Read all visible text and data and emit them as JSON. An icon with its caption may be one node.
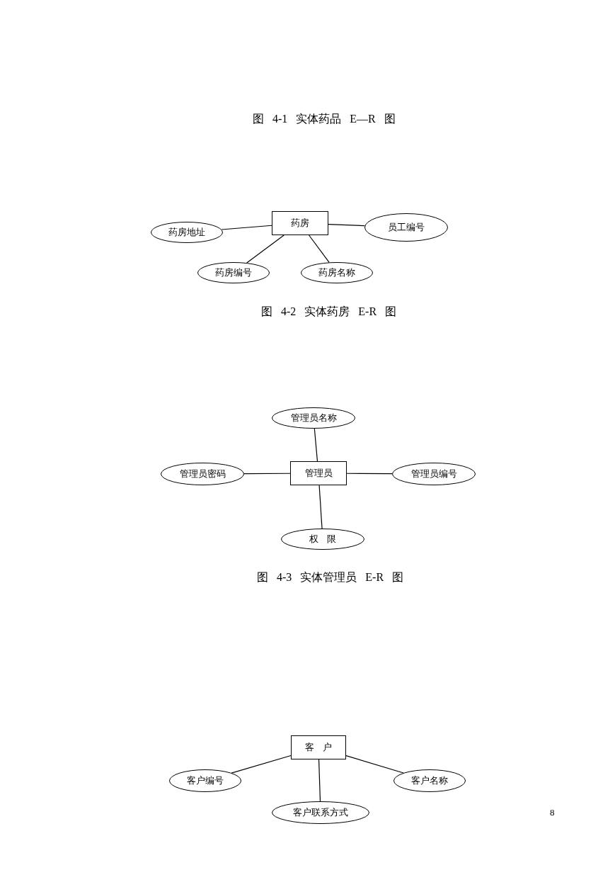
{
  "diagram": {
    "nodes": [
      {
        "text": [
          "药房"
        ]
      },
      {
        "text": [
          "药房地址"
        ]
      },
      {
        "text": [
          "员工编号"
        ]
      },
      {
        "text": [
          "药房编号"
        ]
      },
      {
        "text": [
          "药房名称"
        ]
      },
      {
        "text": [
          "管理员"
        ]
      },
      {
        "text": [
          "管理员名称"
        ]
      },
      {
        "text": [
          "管理员密码"
        ]
      },
      {
        "text": [
          "管理员编号"
        ]
      },
      {
        "text": [
          "权 限"
        ]
      },
      {
        "text": [
          "客 户"
        ]
      },
      {
        "text": [
          "客户编号"
        ]
      },
      {
        "text": [
          "客户名称"
        ]
      },
      {
        "text": [
          "客户联系方式"
        ]
      }
    ],
    "edges": [
      {
        "from": 0,
        "to": 1,
        "arrow": "none"
      },
      {
        "from": 0,
        "to": 2,
        "arrow": "none"
      },
      {
        "from": 0,
        "to": 3,
        "arrow": "none"
      },
      {
        "from": 0,
        "to": 4,
        "arrow": "none"
      },
      {
        "from": 5,
        "to": 6,
        "arrow": "none"
      },
      {
        "from": 5,
        "to": 7,
        "arrow": "none"
      },
      {
        "from": 5,
        "to": 8,
        "arrow": "none"
      },
      {
        "from": 5,
        "to": 9,
        "arrow": "none"
      },
      {
        "from": 10,
        "to": 11,
        "arrow": "none"
      },
      {
        "from": 10,
        "to": 12,
        "arrow": "none"
      },
      {
        "from": 10,
        "to": 13,
        "arrow": "none"
      }
    ],
    "labels": [
      "图 4-1 实体药品 E—R 图",
      "图 4-2 实体药房 E-R 图",
      "图 4-3 实体管理员 E-R 图",
      "8"
    ]
  }
}
